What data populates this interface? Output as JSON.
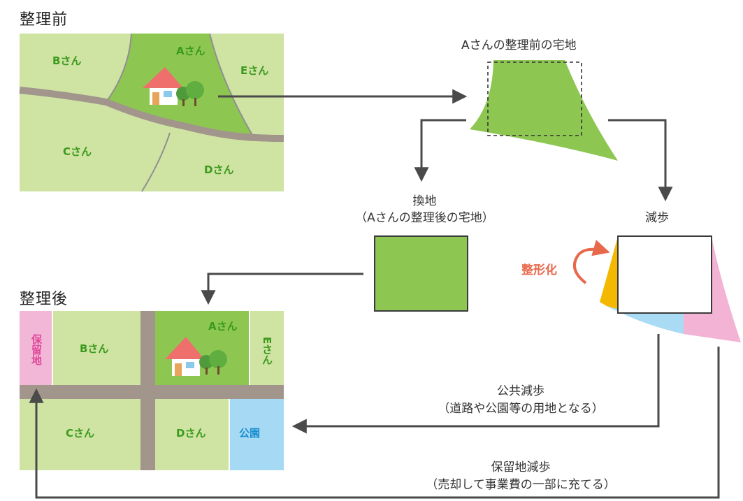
{
  "before": {
    "title": "整理前",
    "owners": {
      "a": "Aさん",
      "b": "Bさん",
      "c": "Cさん",
      "d": "Dさん",
      "e": "Eさん"
    }
  },
  "a_lot_before": {
    "title": "Aさんの整理前の宅地"
  },
  "replot": {
    "line1": "換地",
    "line2": "（Aさんの整理後の宅地）"
  },
  "reduction": {
    "title": "減歩",
    "reshape_label": "整形化"
  },
  "after": {
    "title": "整理後",
    "reserved_land": "保留地",
    "park": "公園",
    "owners": {
      "a": "Aさん",
      "b": "Bさん",
      "c": "Cさん",
      "d": "Dさん",
      "e": "Eさん"
    }
  },
  "public_reduction": {
    "line1": "公共減歩",
    "line2": "（道路や公園等の用地となる）"
  },
  "reserve_reduction": {
    "line1": "保留地減歩",
    "line2": "（売却して事業費の一部に充てる）"
  },
  "colors": {
    "light_green": "#cfe3a3",
    "lot_green": "#8dc751",
    "road": "#a1958c",
    "reserved_pink": "#f2b6d6",
    "park_blue": "#a6d9f3",
    "orange_piece": "#f5b800",
    "pink_piece": "#f2b3d4",
    "blue_piece": "#a9dbf5",
    "accent_red": "#e8684c",
    "arrow": "#4a4a4a"
  }
}
